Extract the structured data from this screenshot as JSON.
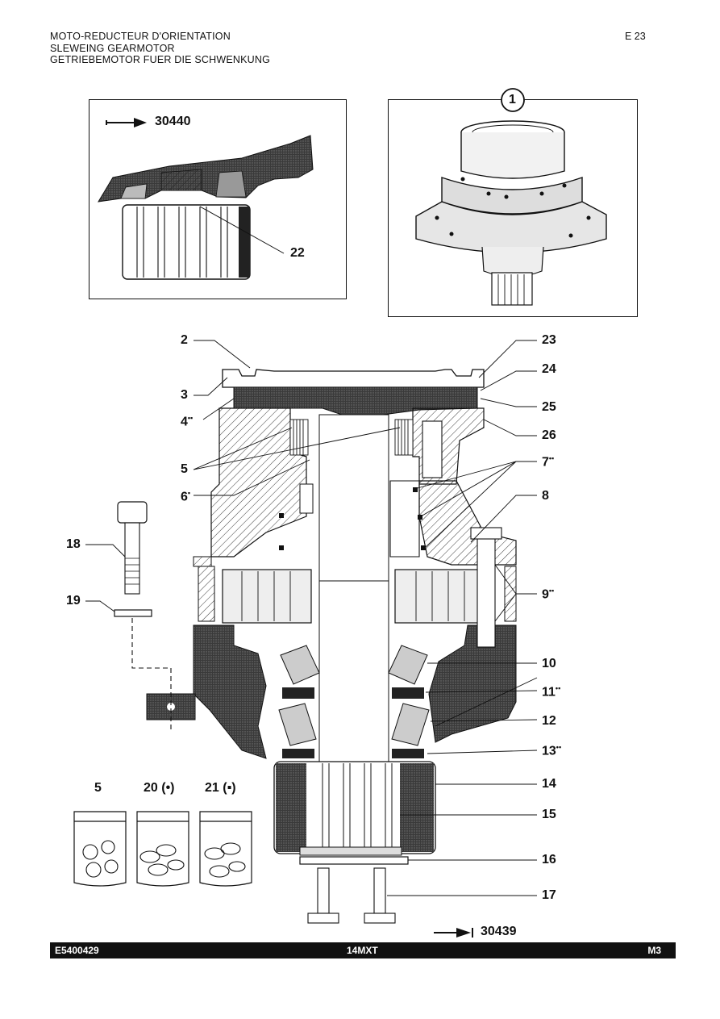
{
  "header": {
    "line1": "MOTO-REDUCTEUR D'ORIENTATION",
    "line2": "SLEWEING GEARMOTOR",
    "line3": "GETRIEBEMOTOR FUER DIE SCHWENKUNG",
    "page_ref": "E  23"
  },
  "detail_box": {
    "ref": "30440",
    "label": "22"
  },
  "overview_box": {
    "callout": "1"
  },
  "labels_left": {
    "l2": "2",
    "l3": "3",
    "l4": "4",
    "l5": "5",
    "l6": "6",
    "l18": "18",
    "l19": "19"
  },
  "labels_right": {
    "l23": "23",
    "l24": "24",
    "l25": "25",
    "l26": "26",
    "l7": "7",
    "l8": "8",
    "l9": "9",
    "l10": "10",
    "l11": "11",
    "l12": "12",
    "l13": "13",
    "l14": "14",
    "l15": "15",
    "l16": "16",
    "l17": "17"
  },
  "kits": {
    "k5": "5",
    "k20": "20 (•)",
    "k21": "21 (▪)"
  },
  "bottom_ref": "30439",
  "footer": {
    "left": "E5400429",
    "center": "14MXT",
    "right": "M3"
  }
}
